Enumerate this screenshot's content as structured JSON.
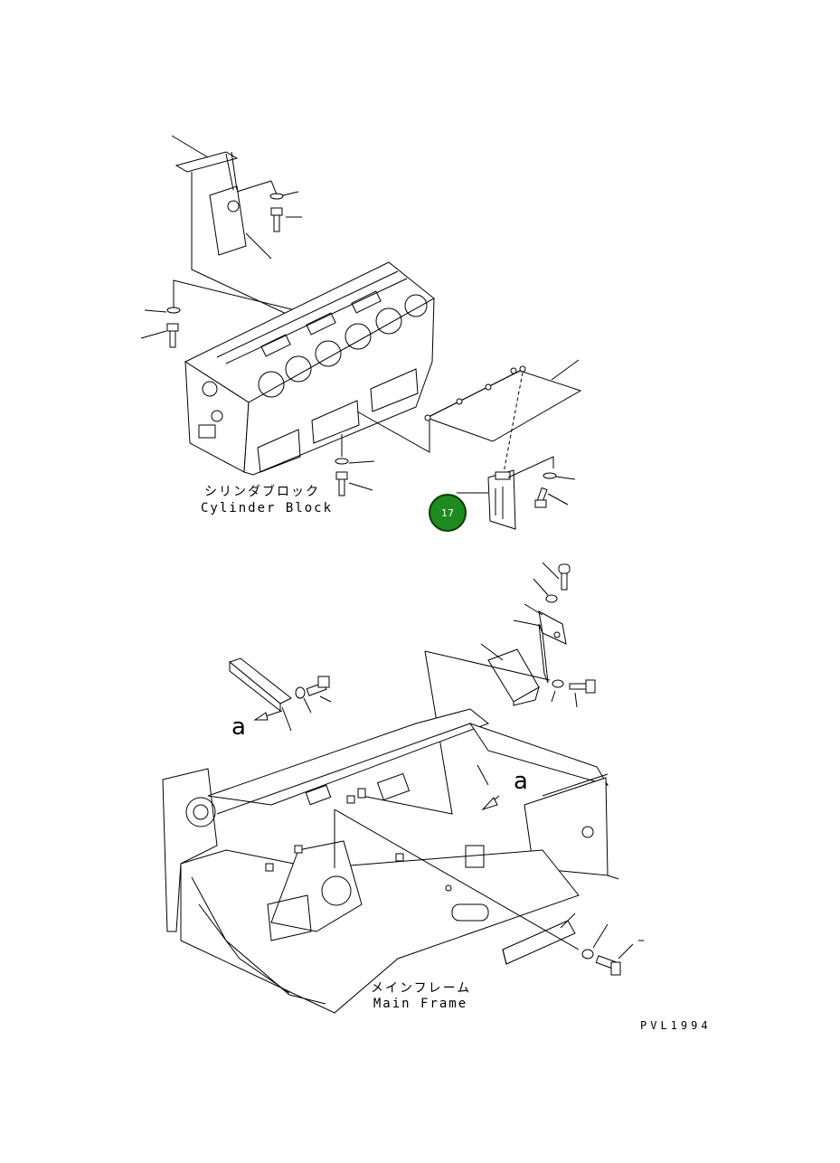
{
  "labels": {
    "cylinder_block_jp": "シリンダブロック",
    "cylinder_block_en": "Cylinder Block",
    "main_frame_jp": "メインフレーム",
    "main_frame_en": "Main Frame",
    "detail_letter_upper": "a",
    "detail_letter_lower": "a",
    "drawing_code": "PVL1994"
  },
  "callouts": [
    {
      "number": "17",
      "color": "#1f8a1f"
    }
  ]
}
